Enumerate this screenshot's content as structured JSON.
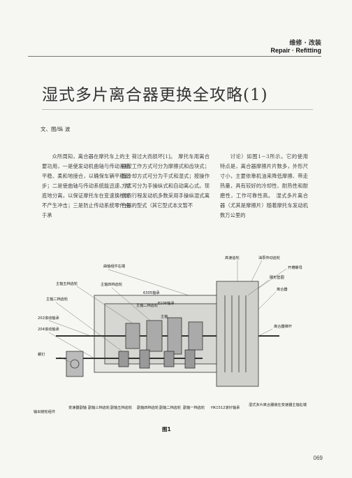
{
  "header": {
    "section_cn": "维修 · 改装",
    "section_en": "Repair · Refitting"
  },
  "article": {
    "title": "湿式多片离合器更换全攻略(1)",
    "author": "文、图/纵 波",
    "columns": [
      "众所周知，离合器在摩托车上的主要功用，一是使发动机曲轴与传动系统平稳、柔和地接合，以确保车辆平稳起步；二是使曲轴与传动系统能迅速、彻底地分离，以保证摩托车在变速换档时不产生冲击；三是防止传动系统零件由于承",
      "荷过大而损坏[1]。　摩托车用离合器按工作方式可分为摩擦式和齿块式；按冷却方式可分为干式和湿式；按操作方式可分为手操纵式和自动离心式。现代四行程发动机多数采用手操纵湿式离合器的型式（其它型式本文暂不",
      "讨论）如图1－3所示。它的使用特点是，离合器摩擦片片数多，外形尺寸小，主要依靠机油来降低摩擦、带走热量，具有较好的冷却性、耐热性和耐磨性，工作可靠性高。　湿式多片离合器（尤其是摩擦片）随着摩托车发动机数万公里的"
    ]
  },
  "figure": {
    "label": "图1",
    "callouts": [
      "高速齿轮",
      "油泵传动齿轮",
      "开槽螺母",
      "碟形垫圈",
      "离合器",
      "曲轴组件右端",
      "主轴五档齿轮",
      "主轴四档齿轮",
      "6305轴承",
      "主轴二档齿轮",
      "E106轴承",
      "主轴",
      "主轴二档齿轮",
      "202滚动轴承",
      "204滚动轴承",
      "离合器推杆",
      "螺钉",
      "输出链轮组件",
      "变速器副轴",
      "副轴三档齿轮",
      "副轴五档齿轮",
      "副轴四档齿轮",
      "副轴二档齿轮",
      "副轴一档齿轮",
      "HK1512滚针轴承",
      "湿式多片离合器装在变速器主轴右端"
    ]
  },
  "page_number": "069"
}
